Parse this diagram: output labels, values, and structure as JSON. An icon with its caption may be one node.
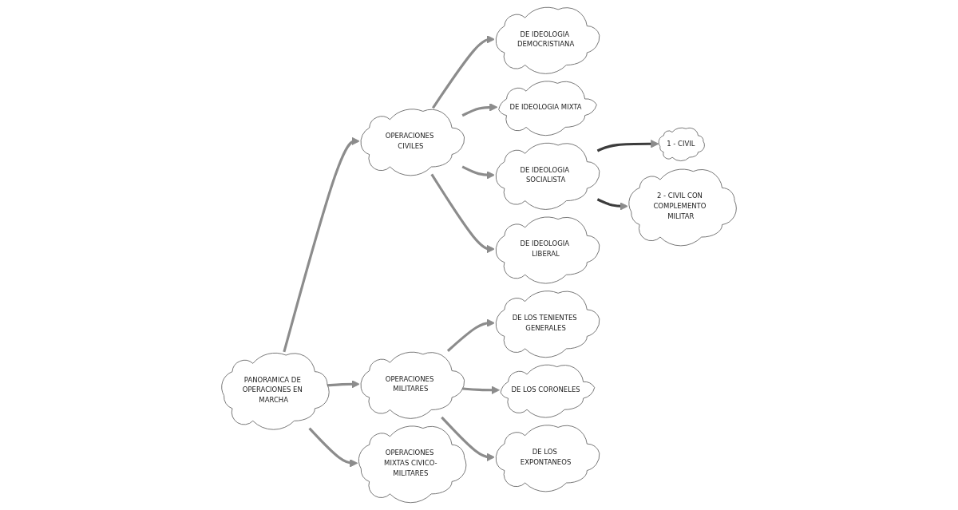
{
  "diagram": {
    "nodes": [
      {
        "text": [
          "PANORAMICA DE OPERACIONES EN MARCHA"
        ]
      },
      {
        "text": [
          "OPERACIONES CIVILES"
        ]
      },
      {
        "text": [
          "OPERACIONES MILITARES"
        ]
      },
      {
        "text": [
          "OPERACIONES MIXTAS CIVICO-MILITARES"
        ]
      },
      {
        "text": [
          "DE IDEOLOGIA DEMOCRISTIANA"
        ]
      },
      {
        "text": [
          "DE IDEOLOGIA MIXTA"
        ]
      },
      {
        "text": [
          "DE IDEOLOGIA SOCIALISTA"
        ]
      },
      {
        "text": [
          "DE IDEOLOGIA LIBERAL"
        ]
      },
      {
        "text": [
          "1 - CIVIL"
        ]
      },
      {
        "text": [
          "2 - CIVIL CON COMPLEMENTO MILITAR"
        ]
      },
      {
        "text": [
          "DE LOS TENIENTES GENERALES"
        ]
      },
      {
        "text": [
          "DE LOS CORONELES"
        ]
      },
      {
        "text": [
          "DE LOS EXPONTANEOS"
        ]
      }
    ],
    "edges": [
      {
        "from": 0,
        "to": 1,
        "arrow": "to"
      },
      {
        "from": 0,
        "to": 2,
        "arrow": "to"
      },
      {
        "from": 0,
        "to": 3,
        "arrow": "to"
      },
      {
        "from": 1,
        "to": 4,
        "arrow": "to"
      },
      {
        "from": 1,
        "to": 5,
        "arrow": "to"
      },
      {
        "from": 1,
        "to": 6,
        "arrow": "to"
      },
      {
        "from": 1,
        "to": 7,
        "arrow": "to"
      },
      {
        "from": 6,
        "to": 8,
        "arrow": "to",
        "color": "#3c3c3c"
      },
      {
        "from": 6,
        "to": 9,
        "arrow": "to",
        "color": "#3c3c3c"
      },
      {
        "from": 2,
        "to": 10,
        "arrow": "to"
      },
      {
        "from": 2,
        "to": 11,
        "arrow": "to"
      },
      {
        "from": 2,
        "to": 12,
        "arrow": "to"
      }
    ]
  }
}
